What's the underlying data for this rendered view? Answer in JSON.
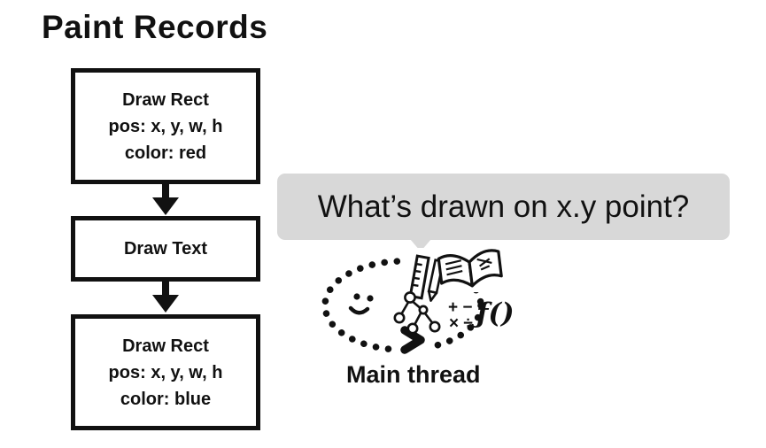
{
  "title": "Paint Records",
  "flowchart": {
    "boxes": [
      {
        "lines": [
          "Draw Rect",
          "pos: x, y, w, h",
          "color: red"
        ]
      },
      {
        "lines": [
          "Draw Text"
        ]
      },
      {
        "lines": [
          "Draw Rect",
          "pos: x, y, w, h",
          "color: blue"
        ]
      }
    ]
  },
  "bubble": {
    "text": "What’s drawn on x.y point?"
  },
  "doodle": {
    "label": "Main thread",
    "math_row1": "+ −",
    "math_row2": "× ÷",
    "function_symbol": "ƒ()"
  },
  "colors": {
    "ink": "#111111",
    "bubble_background": "#d8d8d8",
    "page_background": "#ffffff"
  }
}
